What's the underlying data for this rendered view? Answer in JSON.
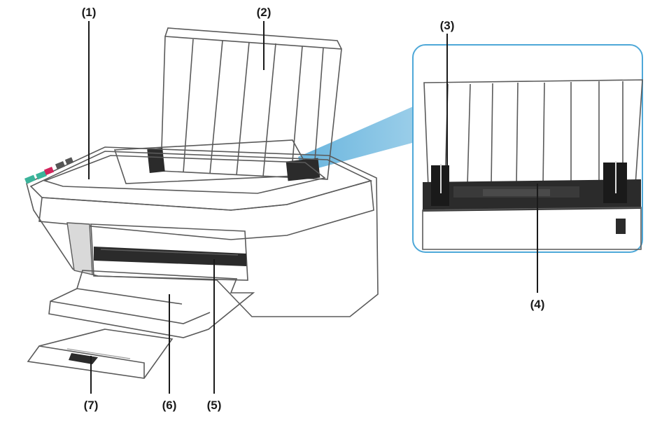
{
  "labels": {
    "l1": "(1)",
    "l2": "(2)",
    "l3": "(3)",
    "l4": "(4)",
    "l5": "(5)",
    "l6": "(6)",
    "l7": "(7)"
  },
  "colors": {
    "accent": "#4ea8d8",
    "body": "#f2f2f2",
    "outline": "#5a5a5a",
    "dark": "#2b2b2b"
  }
}
